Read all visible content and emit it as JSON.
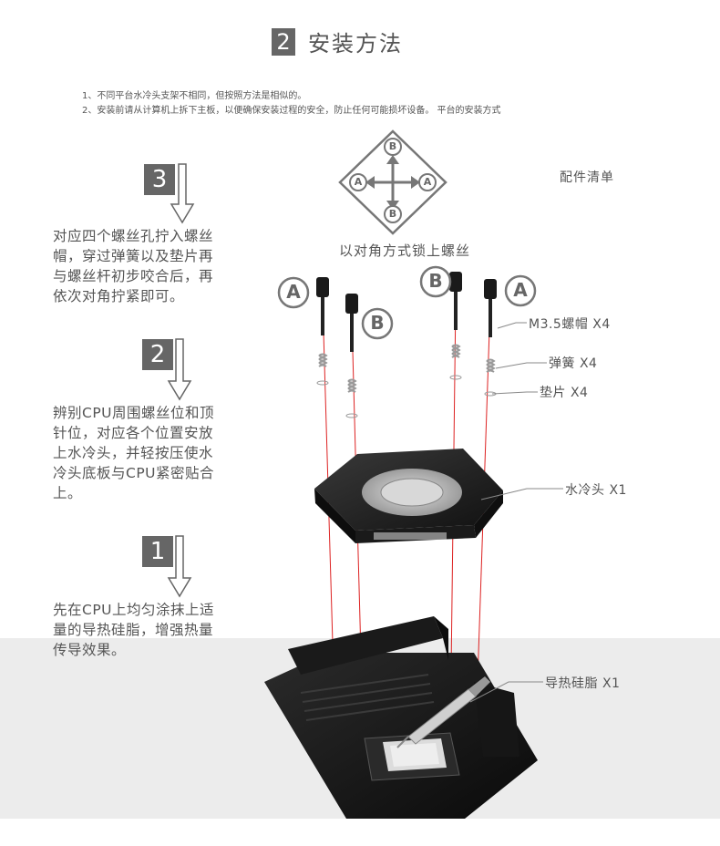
{
  "header": {
    "number": "2",
    "title": "安装方法"
  },
  "notes": [
    "1、不同平台水冷头支架不相同，但按照方法是相似的。",
    "2、安装前请从计算机上拆下主板，以便确保安装过程的安全，防止任何可能损坏设备。  平台的安装方式"
  ],
  "steps": [
    {
      "number": "3",
      "text": "对应四个螺丝孔拧入螺丝帽，穿过弹簧以及垫片再与螺丝杆初步咬合后，再依次对角拧紧即可。"
    },
    {
      "number": "2",
      "text": "辨别CPU周围螺丝位和顶针位，对应各个位置安放上水冷头，并轻按压使水冷头底板与CPU紧密贴合上。"
    },
    {
      "number": "1",
      "text": "先在CPU上均匀涂抹上适量的导热硅脂，增强热量传导效果。"
    }
  ],
  "parts_list_label": "配件清单",
  "diagram": {
    "caption": "以对角方式锁上螺丝",
    "letters": {
      "top": "B",
      "bottom": "B",
      "left": "A",
      "right": "A"
    }
  },
  "screw_labels": [
    "A",
    "B",
    "B",
    "A"
  ],
  "callouts": {
    "screw_cap": "M3.5螺帽 X4",
    "spring": "弹簧 X4",
    "washer": "垫片 X4",
    "water_block": "水冷头 X1",
    "thermal_paste": "导热硅脂 X1"
  }
}
